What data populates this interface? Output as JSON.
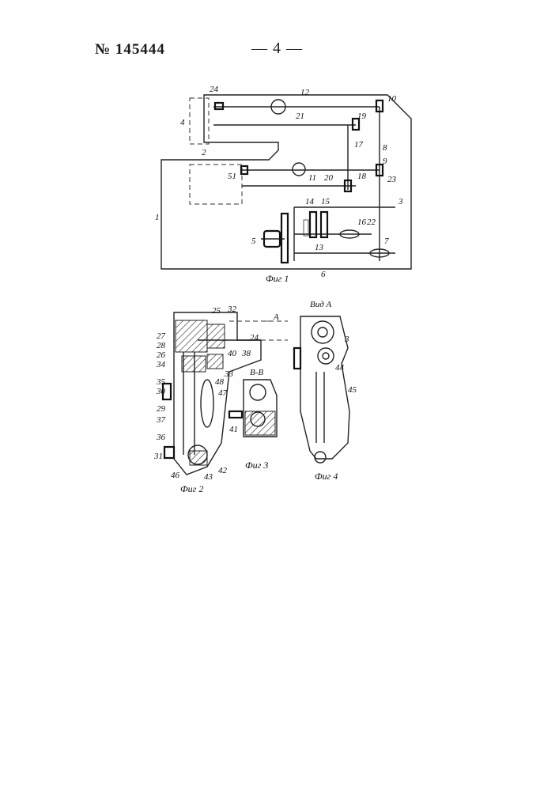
{
  "header": {
    "patent_number": "№ 145444",
    "page_number": "— 4 —"
  },
  "figure1": {
    "caption": "Фиг 1",
    "labels": [
      "1",
      "2",
      "3",
      "4",
      "5",
      "6",
      "7",
      "8",
      "9",
      "10",
      "11",
      "12",
      "13",
      "14",
      "15",
      "16",
      "17",
      "18",
      "19",
      "20",
      "21",
      "22",
      "23",
      "24",
      "51"
    ]
  },
  "figure2": {
    "caption": "Фиг 2",
    "section_marker": "A",
    "labels": [
      "24",
      "25",
      "26",
      "27",
      "28",
      "29",
      "30",
      "31",
      "32",
      "33",
      "34",
      "35",
      "36",
      "37",
      "38",
      "40",
      "41",
      "42",
      "43",
      "46",
      "47",
      "48"
    ]
  },
  "figure3": {
    "caption": "Фиг 3",
    "section_title": "В-В"
  },
  "figure4": {
    "caption": "Фиг 4",
    "view_title": "Вид А",
    "labels": [
      "3",
      "44",
      "45"
    ]
  }
}
